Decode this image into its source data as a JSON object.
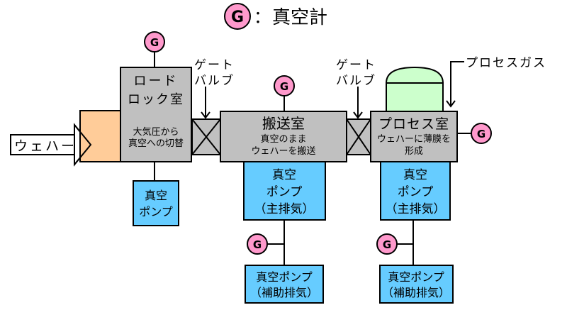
{
  "legend": {
    "symbol": "G",
    "separator": "：",
    "label": "真空計"
  },
  "colors": {
    "chamber": "#c0c0c0",
    "pump": "#66ccff",
    "gauge": "#ff99cc",
    "loadport": "#ffcc99",
    "process_dome": "#ccffcc",
    "line": "#000000"
  },
  "wafer_arrow": {
    "label": "ウェハー"
  },
  "load_lock": {
    "title_line1": "ロード",
    "title_line2": "ロック室",
    "desc_line1": "大気圧から",
    "desc_line2": "真空への切替"
  },
  "transfer": {
    "title": "搬送室",
    "desc_line1": "真空のまま",
    "desc_line2": "ウェハーを搬送"
  },
  "process": {
    "title": "プロセス室",
    "desc_line1": "ウェハーに薄膜を",
    "desc_line2": "形成"
  },
  "gate_valve_1": {
    "line1": "ゲート",
    "line2": "バルブ"
  },
  "gate_valve_2": {
    "line1": "ゲート",
    "line2": "バルブ"
  },
  "process_gas": {
    "label": "プロセスガス"
  },
  "pump_loadlock": {
    "line1": "真空",
    "line2": "ポンプ"
  },
  "pump_transfer_main": {
    "line1": "真空",
    "line2": "ポンプ",
    "line3": "（主排気）"
  },
  "pump_process_main": {
    "line1": "真空",
    "line2": "ポンプ",
    "line3": "（主排気）"
  },
  "pump_transfer_aux": {
    "line1": "真空ポンプ",
    "line2": "（補助排気）"
  },
  "pump_process_aux": {
    "line1": "真空ポンプ",
    "line2": "（補助排気）"
  },
  "gauge_label": "G"
}
